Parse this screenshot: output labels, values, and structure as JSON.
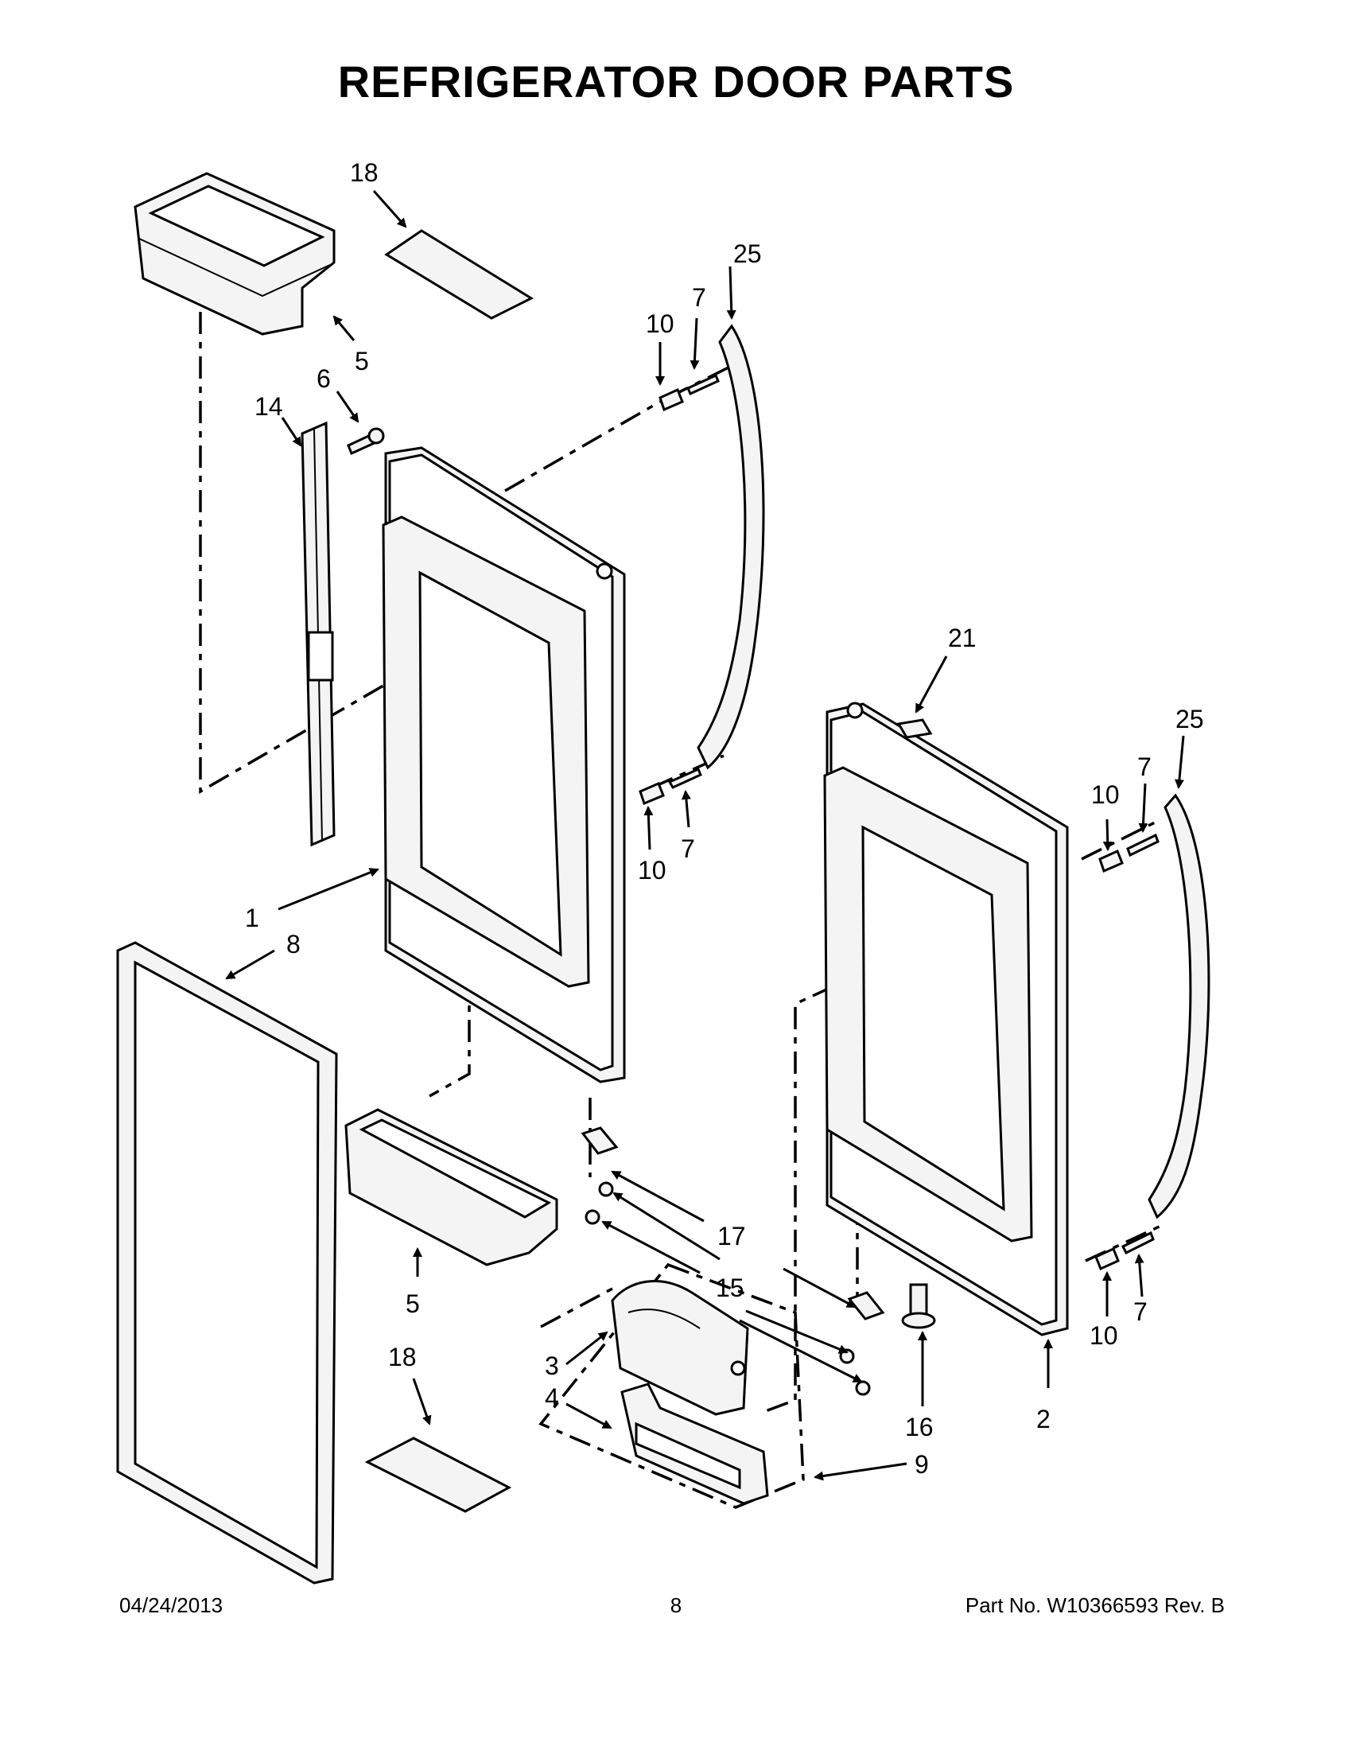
{
  "page": {
    "title": "REFRIGERATOR DOOR PARTS",
    "footer_date": "04/24/2013",
    "footer_page": "8",
    "footer_part": "Part No.  W10366593  Rev.  B"
  },
  "callouts": [
    {
      "id": "c18a",
      "label": "18"
    },
    {
      "id": "c5a",
      "label": "5"
    },
    {
      "id": "c6",
      "label": "6"
    },
    {
      "id": "c14",
      "label": "14"
    },
    {
      "id": "c25a",
      "label": "25"
    },
    {
      "id": "c7a",
      "label": "7"
    },
    {
      "id": "c10a",
      "label": "10"
    },
    {
      "id": "c10b",
      "label": "10"
    },
    {
      "id": "c7b",
      "label": "7"
    },
    {
      "id": "c21",
      "label": "21"
    },
    {
      "id": "c25b",
      "label": "25"
    },
    {
      "id": "c7c",
      "label": "7"
    },
    {
      "id": "c10c",
      "label": "10"
    },
    {
      "id": "c1",
      "label": "1"
    },
    {
      "id": "c8",
      "label": "8"
    },
    {
      "id": "c5b",
      "label": "5"
    },
    {
      "id": "c17",
      "label": "17"
    },
    {
      "id": "c15",
      "label": "15"
    },
    {
      "id": "c18b",
      "label": "18"
    },
    {
      "id": "c3",
      "label": "3"
    },
    {
      "id": "c4",
      "label": "4"
    },
    {
      "id": "c16",
      "label": "16"
    },
    {
      "id": "c2",
      "label": "2"
    },
    {
      "id": "c9",
      "label": "9"
    },
    {
      "id": "c10d",
      "label": "10"
    },
    {
      "id": "c7d",
      "label": "7"
    }
  ]
}
